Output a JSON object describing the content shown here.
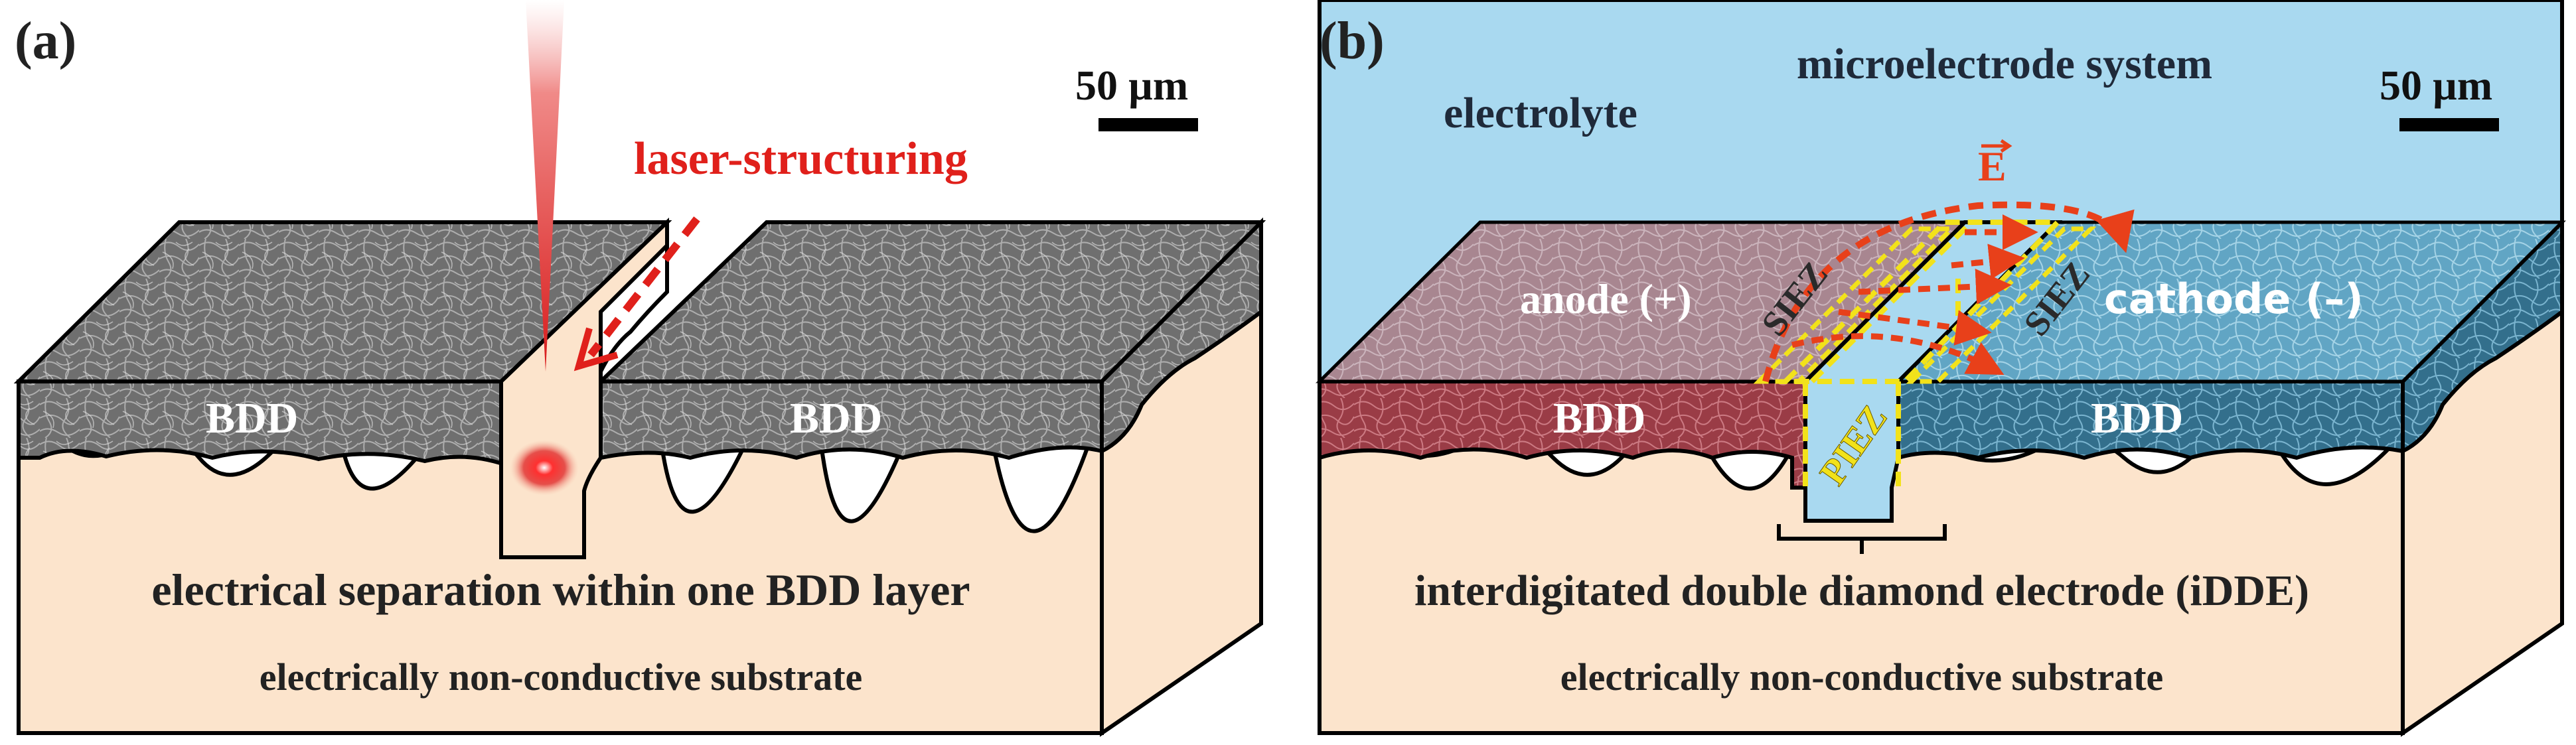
{
  "panel_a": {
    "label": "(a)",
    "scale_bar": "50 µm",
    "laser_label": "laser-structuring",
    "bdd_left": "BDD",
    "bdd_right": "BDD",
    "caption_main": "electrical separation within one BDD layer",
    "caption_sub": "electrically non-conductive substrate"
  },
  "panel_b": {
    "label": "(b)",
    "scale_bar": "50 µm",
    "system_label": "microelectrode system",
    "electrolyte_label": "electrolyte",
    "field_label": "E",
    "siez_left": "SIEZ",
    "siez_right": "SIEZ",
    "anode_label": "anode (+)",
    "cathode_label": "cathode (–)",
    "piez_label": "PIEZ",
    "bdd_left": "BDD",
    "bdd_right": "BDD",
    "caption_main": "interdigitated double diamond electrode (iDDE)",
    "caption_sub": "electrically non-conductive substrate"
  },
  "colors": {
    "substrate": "#fce4cc",
    "bdd_gray": "#7a7a7a",
    "bdd_top_gray": "#8e8e8e",
    "anode_red": "#a94a54",
    "anode_top": "#b08088",
    "cathode_blue": "#3f7e9c",
    "cathode_top": "#5ba3c4",
    "electrolyte": "#a9d9f0",
    "laser_red": "#e0201b",
    "field_red": "#e8401a",
    "zone_yellow": "#f2e21a"
  }
}
